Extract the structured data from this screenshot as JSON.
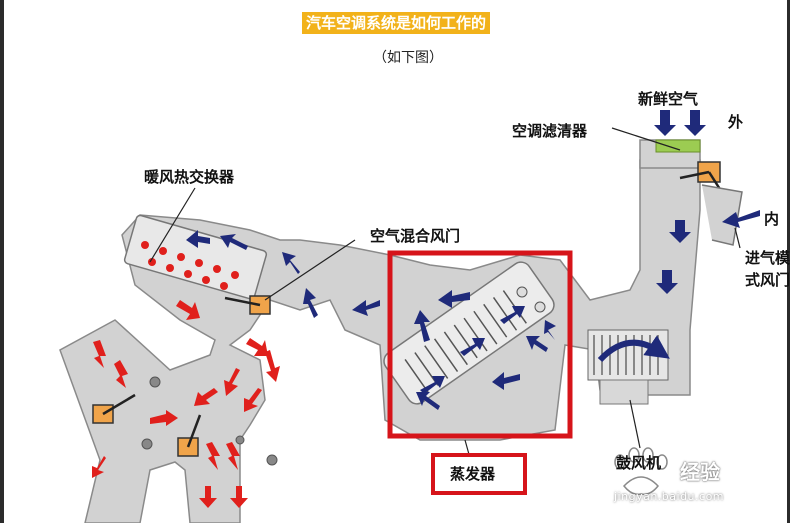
{
  "title": "汽车空调系统是如何工作的",
  "subtitle": "（如下图）",
  "labels": {
    "fresh_air": "新鲜空气",
    "outside": "外",
    "ac_filter": "空调滤清器",
    "heater_core": "暖风热交换器",
    "mix_door": "空气混合风门",
    "inside": "内",
    "intake_door": "进气模式风门",
    "blower": "鼓风机",
    "evaporator": "蒸发器"
  },
  "watermark": {
    "brand": "经验",
    "url": "jingyan.baidu.com"
  },
  "colors": {
    "title_bg": "#f2b21a",
    "duct": "#cfcfcf",
    "cold_arrow": "#1f2a7a",
    "hot_arrow": "#e0201c",
    "highlight": "#d6141a",
    "door": "#f0a44a"
  }
}
